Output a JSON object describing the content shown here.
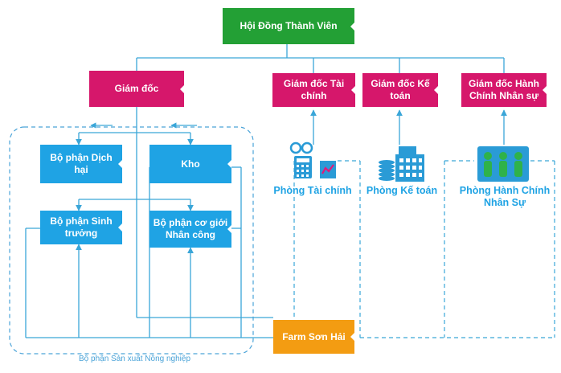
{
  "boxes": {
    "council": "Hội Đồng Thành Viên",
    "director": "Giám đốc",
    "cfo": "Giám đốc Tài chính",
    "chief_accountant": "Giám đốc Kế toán",
    "hr_director": "Giám đốc Hành Chính Nhân sự",
    "pest_control": "Bộ phận Dịch hại",
    "warehouse": "Kho",
    "growth": "Bộ phận Sinh trưởng",
    "machinery": "Bộ phận cơ giới Nhân công",
    "farm": "Farm Sơn Hải"
  },
  "departments": {
    "finance": "Phòng Tài chính",
    "accounting": "Phòng Kế toán",
    "hr": "Phòng Hành Chính Nhân Sự"
  },
  "group_label": "Bộ phận Sản xuất Nông nghiệp",
  "colors": {
    "council": "#23a035",
    "executive": "#d6176b",
    "production": "#1fa3e4",
    "farm": "#f39c12",
    "connector": "#3aa6d8"
  },
  "icons": [
    "glasses-calculator-icon",
    "chart-line-icon",
    "money-stack-icon",
    "building-icon",
    "people-group-icon"
  ]
}
